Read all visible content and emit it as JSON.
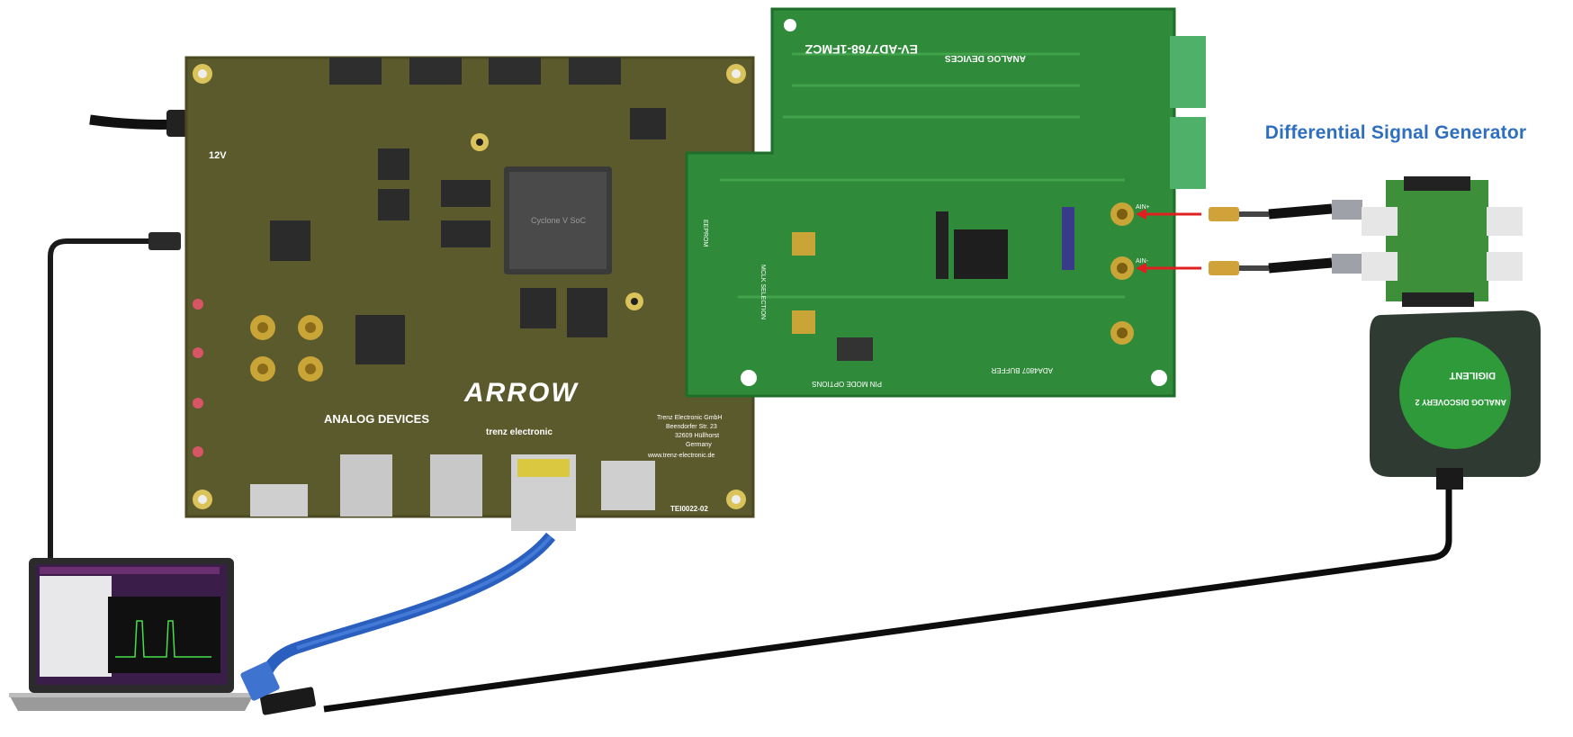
{
  "title": "Differential Signal Generator",
  "carrier_board": {
    "logo": "ARROW",
    "vendor": "ANALOG DEVICES",
    "address": [
      "Trenz Electronic GmbH",
      "Beendorfer Str. 23",
      "32609 Hüllhorst",
      "Germany"
    ],
    "website": "www.trenz-electronic.de",
    "part_number": "TEI0022-02",
    "fpga": "Cyclone V SoC",
    "power_label": "12V",
    "trenz_logo": "trenz electronic"
  },
  "eval_board": {
    "name": "EV-AD7768-1FMCZ",
    "vendor": "ANALOG DEVICES",
    "labels": [
      "PIN MODE OPTIONS",
      "ADA4807 BUFFER",
      "MCLK SELECTION",
      "EEPROM",
      "AIN+",
      "AIN-"
    ]
  },
  "analog_discovery": {
    "vendor": "DIGILENT",
    "product": "ANALOG DISCOVERY 2"
  },
  "colors": {
    "title": "#2f6fc0",
    "arrow": "#e02020",
    "ethernet_cable": "#2a5fbf",
    "carrier_pcb": "#5b5a2c",
    "eval_pcb": "#2f8a3a",
    "usb_cable": "#111111"
  }
}
